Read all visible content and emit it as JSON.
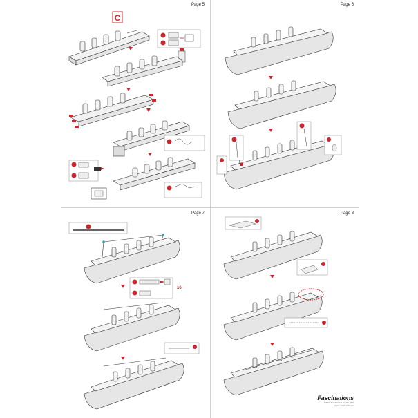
{
  "pages": [
    {
      "label": "Page 5"
    },
    {
      "label": "Page 6"
    },
    {
      "label": "Page 7"
    },
    {
      "label": "Page 8"
    }
  ],
  "part_letter": "C",
  "multiplier": "x6",
  "brand": {
    "name": "Fascinations",
    "copyright": "©2013 Fascinations Seattle, WA",
    "url": "www.metalearth.com"
  },
  "colors": {
    "callout_red": "#c8282f",
    "line": "#333333",
    "hull_fill": "#e6e6e6"
  }
}
